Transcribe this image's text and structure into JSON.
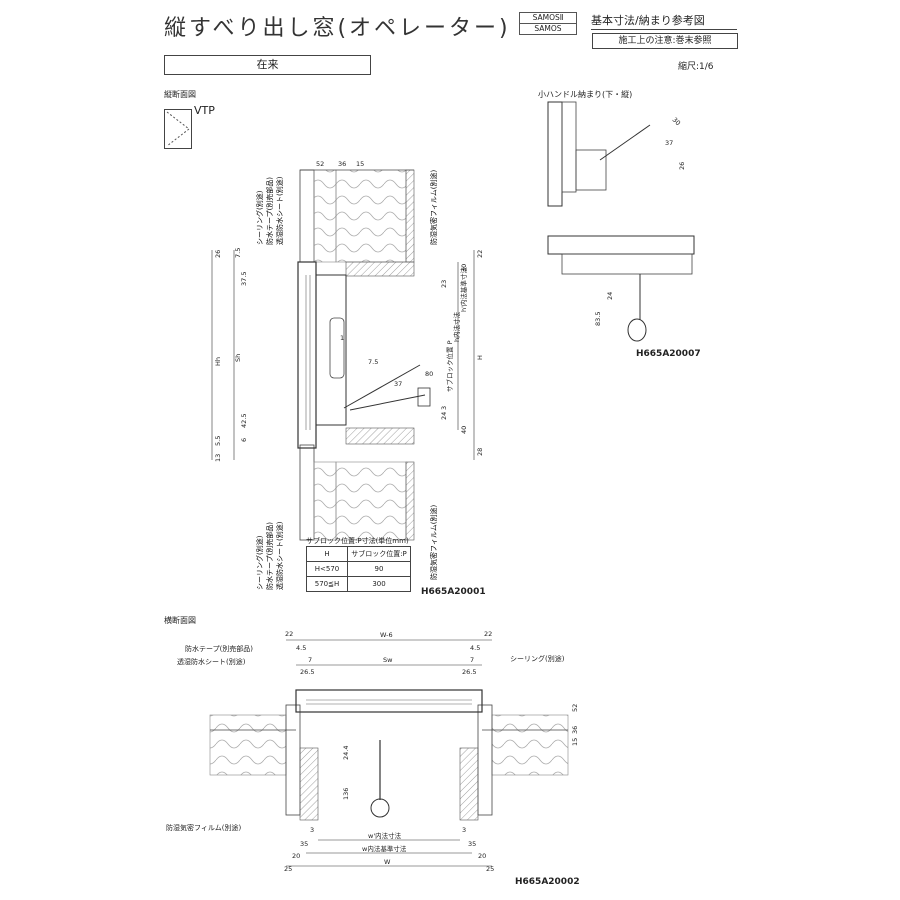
{
  "header": {
    "title": "縦すべり出し窓(オペレーター)",
    "badge_line1": "SAMOSⅡ",
    "badge_line2": "SAMOS",
    "main_label": "基本寸法/納まり参考図",
    "sub_label": "施工上の注意:巻末参照",
    "standard": "在来",
    "scale": "縮尺:1/6"
  },
  "vertical_section": {
    "title": "縦断面図",
    "vtp": "VTP",
    "code": "H665A20001",
    "labels": {
      "sealing": "シーリング(別途)",
      "waterproof_tape": "防水テープ(別売部品)",
      "permeable_sheet": "透湿防水シート(別途)",
      "vapor_film": "防湿気密フィルム(別途)",
      "sash_pos": "サブロック位置 P",
      "h_inner": "h内法寸法",
      "h_std": "h'内法基準寸法",
      "H": "H",
      "Hh": "Hh",
      "Sh": "Sh"
    },
    "dims_top": [
      "52",
      "36",
      "15"
    ],
    "dims_left": [
      "26",
      "7.5",
      "37.5",
      "42.5",
      "6",
      "5.5",
      "13"
    ],
    "dims_right": [
      "22",
      "30",
      "23",
      "3",
      "24",
      "40",
      "28"
    ],
    "dims_inner": [
      "7.5",
      "80",
      "37",
      "1"
    ]
  },
  "sash_table": {
    "caption": "サブロック位置:P寸法(単位mm)",
    "headers": [
      "H",
      "サブロック位置:P"
    ],
    "rows": [
      [
        "H<570",
        "90"
      ],
      [
        "570≦H",
        "300"
      ]
    ]
  },
  "handle_detail": {
    "title": "小ハンドル納まり(下・縦)",
    "code": "H665A20007",
    "dims": [
      "30",
      "37",
      "26",
      "24",
      "83.5"
    ]
  },
  "horizontal_section": {
    "title": "横断面図",
    "code": "H665A20002",
    "labels": {
      "waterproof_tape": "防水テープ(別売部品)",
      "permeable_sheet": "透湿防水シート(別途)",
      "sealing": "シーリング(別途)",
      "vapor_film": "防湿気密フィルム(別途)",
      "W6": "W-6",
      "Sw": "Sw",
      "w_inner": "w'内法寸法",
      "w_std": "w内法基準寸法",
      "W": "W"
    },
    "dims_top": [
      "22",
      "4.5",
      "7",
      "26.5",
      "4.5",
      "7",
      "26.5",
      "22"
    ],
    "dims_right": [
      "52",
      "15",
      "36"
    ],
    "dims_inner": [
      "24.4",
      "136",
      "3",
      "3"
    ],
    "dims_bottom": [
      "35",
      "20",
      "35",
      "20",
      "25",
      "25"
    ]
  }
}
